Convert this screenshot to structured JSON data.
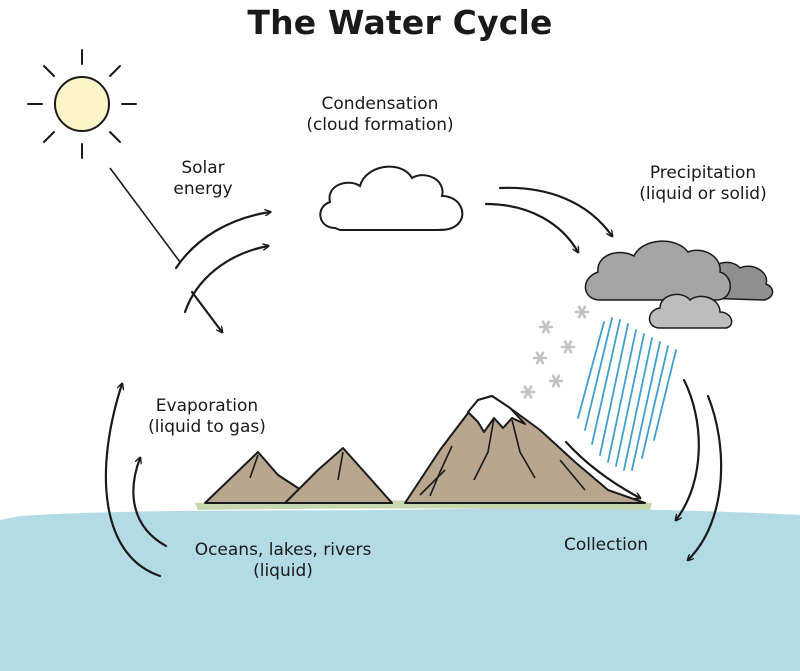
{
  "title": "The Water Cycle",
  "labels": {
    "solar": [
      "Solar",
      "energy"
    ],
    "condensation": [
      "Condensation",
      "(cloud formation)"
    ],
    "precipitation": [
      "Precipitation",
      "(liquid or solid)"
    ],
    "evaporation": [
      "Evaporation",
      "(liquid to gas)"
    ],
    "water_body": [
      "Oceans, lakes, rivers",
      "(liquid)"
    ],
    "collection": [
      "Collection"
    ]
  },
  "colors": {
    "water": "#b3dbe6",
    "shore": "#c5d8b0",
    "mountain": "#b8a68e",
    "snow": "#ffffff",
    "sun": "#fdf4c8",
    "rain": "#3f9ed3",
    "rain_cloud": "#a4a4a4",
    "stroke": "#1a1a1a"
  }
}
